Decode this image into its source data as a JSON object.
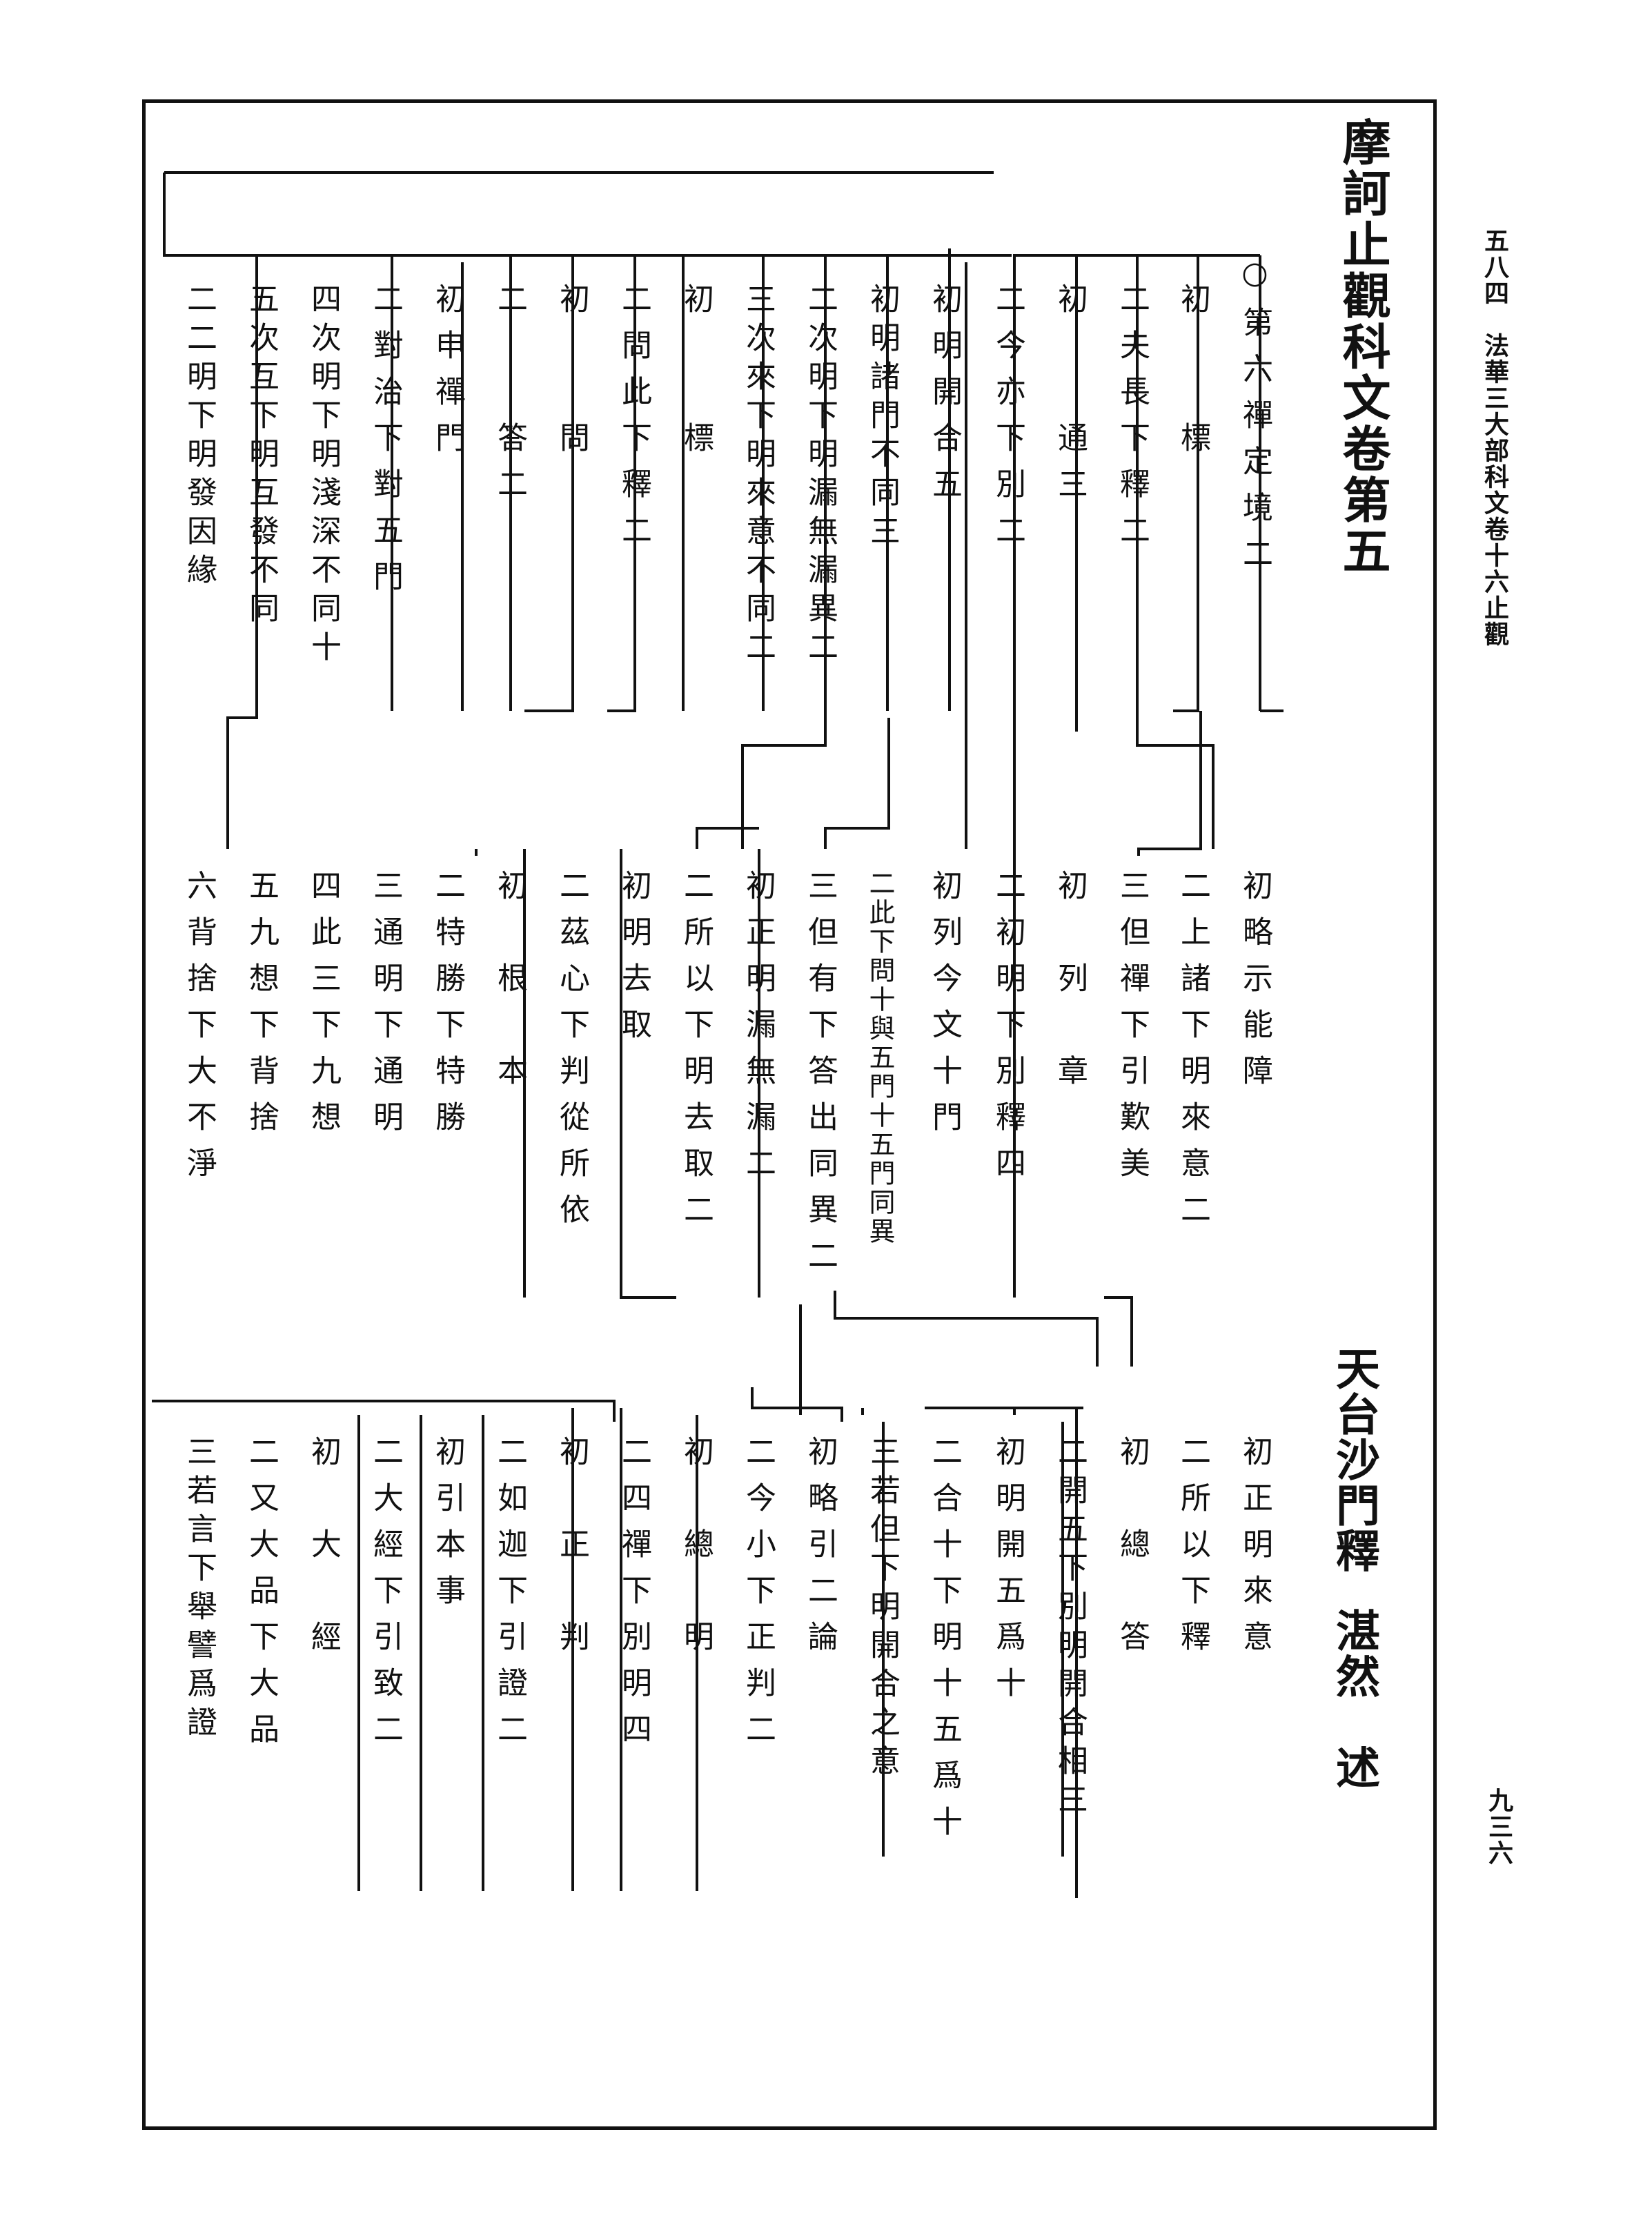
{
  "header": {
    "volume_title": "摩訶止觀科文卷第五",
    "running_head": "五八四　法華三大部科文卷十六止觀",
    "page_number": "九三六",
    "author_line_1": "天台沙門釋",
    "author_line_2": "湛然　述"
  },
  "outline": {
    "block1": [
      "○第六禪定境二",
      "初　　標",
      "二夫長下釋二",
      "初　　通三",
      "二今亦下別二",
      "初明開合五",
      "初明諸門不同三",
      "二次明下明漏無漏異二",
      "三次來下明來意不同二",
      "初　　標",
      "二問此下釋二",
      "初　　問",
      "二　　答二",
      "初申禪門",
      "二對治下對五門",
      "四次明下明淺深不同十",
      "五次互下明互發不同",
      "二二明下明發因緣"
    ],
    "block2": [
      "初略示能障",
      "二上諸下明來意二",
      "三但禪下引歎美",
      "初　列　章",
      "二初明下別釋四",
      "初列今文十門",
      "二此下問十與五門十五門同異",
      "三但有下答出同異二",
      "初正明漏無漏二",
      "二所以下明去取二",
      "初明去取",
      "二茲心下判從所依",
      "初　根　本",
      "二特勝下特勝",
      "三通明下通明",
      "四此三下九想",
      "五九想下背捨",
      "六背捨下大不淨"
    ],
    "block3": [
      "初正明來意",
      "二所以下釋",
      "初　總　答",
      "二開五下別明開合相三",
      "初明開五爲十",
      "二合十下明十五爲十",
      "三若但下明開合之意",
      "初略引二論",
      "二今小下正判二",
      "初　總　明",
      "二四禪下別明四",
      "初　正　判",
      "二如迦下引證二",
      "初引本事",
      "二大經下引致二",
      "初　大　經",
      "二又大品下大品",
      "三若言下舉譬爲證"
    ]
  }
}
